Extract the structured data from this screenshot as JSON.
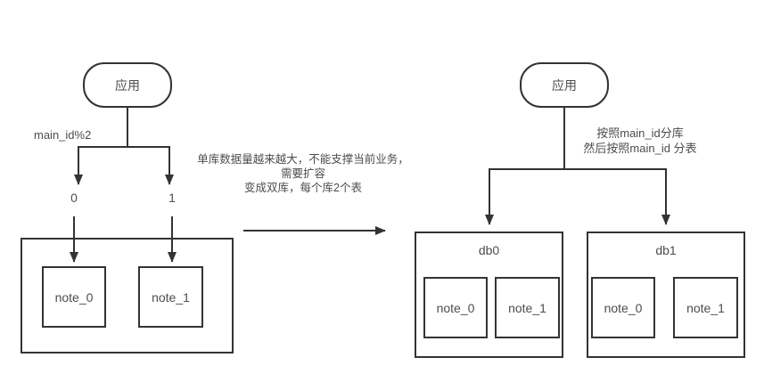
{
  "canvas": {
    "background": "#ffffff",
    "line_color": "#333333",
    "text_color": "#4d4d4d"
  },
  "before": {
    "app_label": "应用",
    "shard_rule_label": "main_id%2",
    "route_labels": [
      "0",
      "1"
    ],
    "database": {
      "tables": [
        "note_0",
        "note_1"
      ]
    }
  },
  "transition": {
    "caption_lines": [
      "单库数据量越来越大，不能支撑当前业务，",
      "需要扩容",
      "变成双库，每个库2个表"
    ]
  },
  "after": {
    "app_label": "应用",
    "shard_rule_lines": [
      "按照main_id分库",
      "然后按照main_id 分表"
    ],
    "databases": [
      {
        "name": "db0",
        "tables": [
          "note_0",
          "note_1"
        ]
      },
      {
        "name": "db1",
        "tables": [
          "note_0",
          "note_1"
        ]
      }
    ]
  }
}
